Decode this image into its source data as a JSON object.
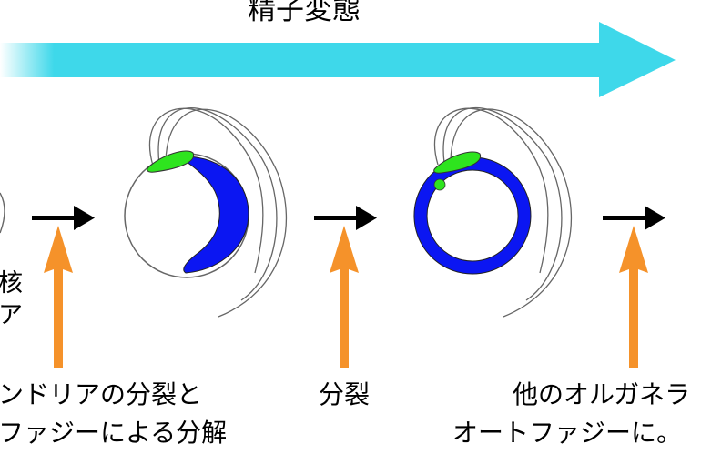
{
  "title": "精子変態",
  "labels": {
    "nucleus_partial": "核",
    "mito_partial": "ア",
    "step1_line1": "ンドリアの分裂と",
    "step1_line2": "ファジーによる分解",
    "step2": "分裂",
    "step3_line1": "他のオルガネラ",
    "step3_line2": "オートファジーに。"
  },
  "colors": {
    "banner_start": "#ffffff",
    "banner_end": "#3ed8ea",
    "mitochondria": "#0b16f2",
    "acrosome": "#2ee41e",
    "process_arrow": "#f5922a",
    "outline": "#666666"
  }
}
